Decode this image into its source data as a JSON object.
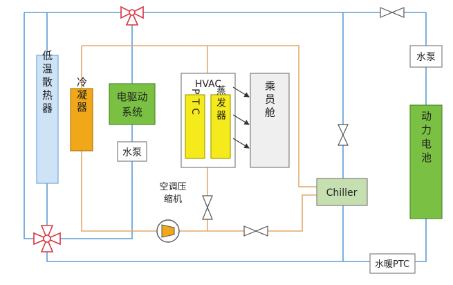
{
  "colors": {
    "coolant_line": "#5b9bd5",
    "refrigerant_line": "#e2a96a",
    "radiator_fill": "#cfe3f7",
    "radiator_stroke": "#6fa8dc",
    "condenser_fill": "#f0a818",
    "green_block_fill": "#7ac143",
    "green_block_stroke": "#4f8a2a",
    "ptc_fill": "#f5ea1c",
    "ptc_stroke": "#a6a000",
    "box_fill_grey": "#efefef",
    "box_stroke_grey": "#7f7f7f",
    "chiller_fill": "#c6dfb0",
    "valve_red_stroke": "#d9343d",
    "compressor_fill": "#f0a818"
  },
  "labels": {
    "radiator": "低温散热器",
    "condenser": "冷凝器",
    "motor_system": "电驱动系统",
    "water_pump_left": "水泵",
    "hvac": "HVAC",
    "ptc": "PTC",
    "evaporator": "蒸发器",
    "cabin": "乘员舱",
    "compressor": "空调压缩机",
    "chiller": "Chiller",
    "water_pump_right": "水泵",
    "battery": "动力电池",
    "water_heater_ptc": "水暖PTC"
  }
}
